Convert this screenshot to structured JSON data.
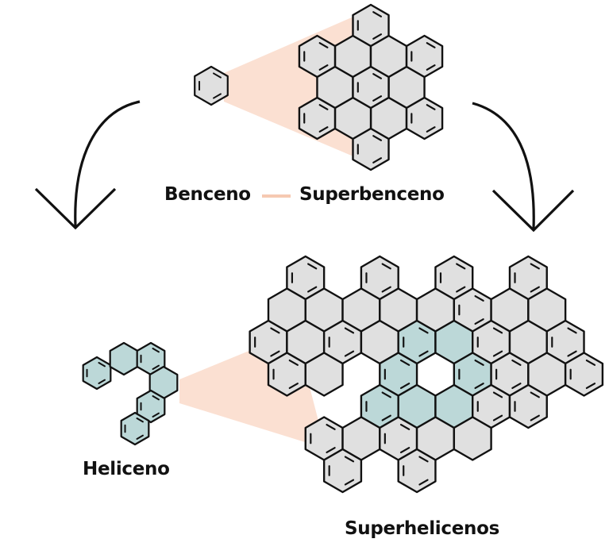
{
  "labels": {
    "benzene": "Benceno",
    "superbenzene": "Superbenceno",
    "helicene": "Heliceno",
    "superhelicenes": "Superhelicenos"
  },
  "colors": {
    "ring_fill": "#e0e0e0",
    "helix_fill": "#bcd8d8",
    "shadow": "#fbe0d2",
    "stroke": "#111111"
  }
}
